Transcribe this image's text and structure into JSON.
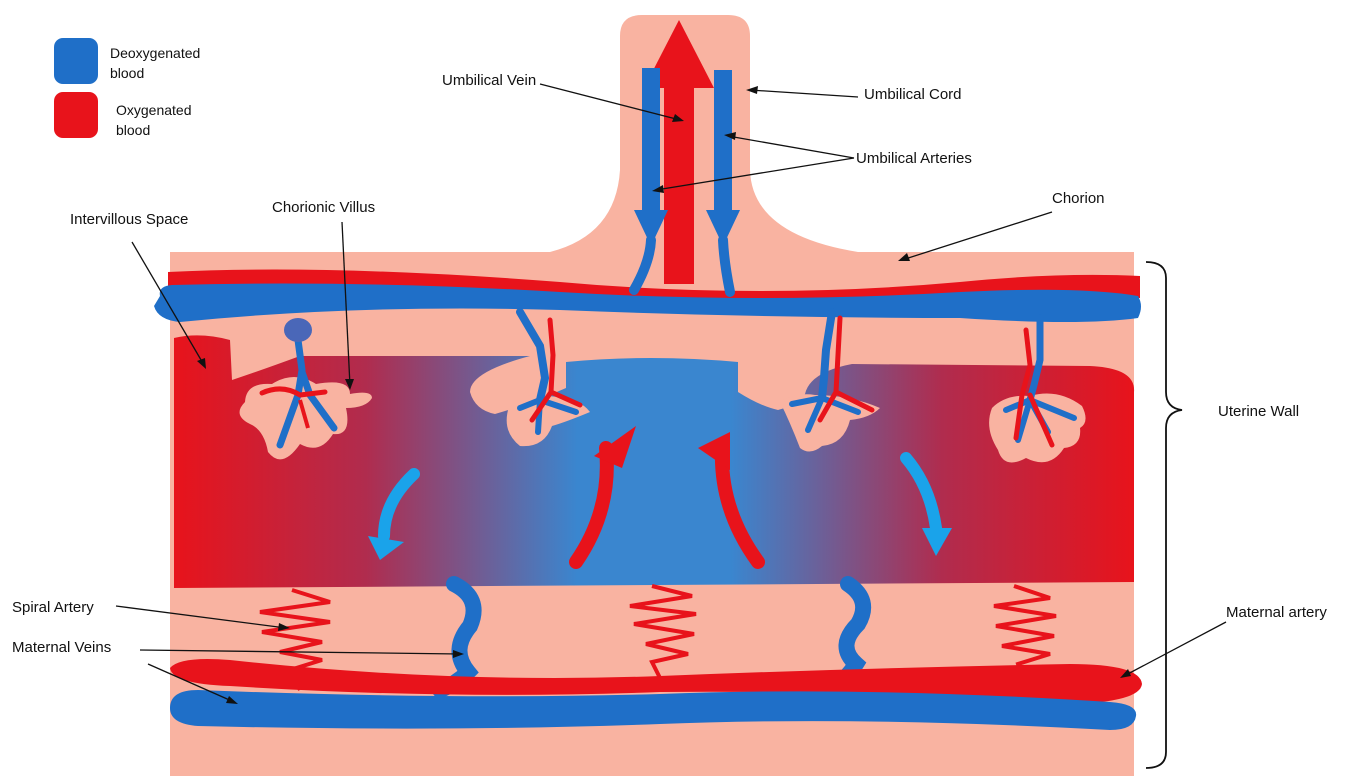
{
  "legend": {
    "deoxygenated": {
      "line1": "Deoxygenated",
      "line2": "blood"
    },
    "oxygenated": {
      "line1": "Oxygenated",
      "line2": "blood"
    }
  },
  "labels": {
    "umbilical_vein": "Umbilical Vein",
    "umbilical_cord": "Umbilical Cord",
    "umbilical_arteries": "Umbilical Arteries",
    "chorion": "Chorion",
    "intervillous_space": "Intervillous Space",
    "chorionic_villus": "Chorionic Villus",
    "uterine_wall": "Uterine Wall",
    "spiral_artery": "Spiral Artery",
    "maternal_veins": "Maternal Veins",
    "maternal_artery": "Maternal artery"
  },
  "colors": {
    "deoxygenated": "#1f6fc8",
    "oxygenated": "#e8131b",
    "tissue": "#f9b3a1",
    "flow_arrow_blue": "#1aa3ea",
    "mixing_center": "#3a86cf"
  }
}
